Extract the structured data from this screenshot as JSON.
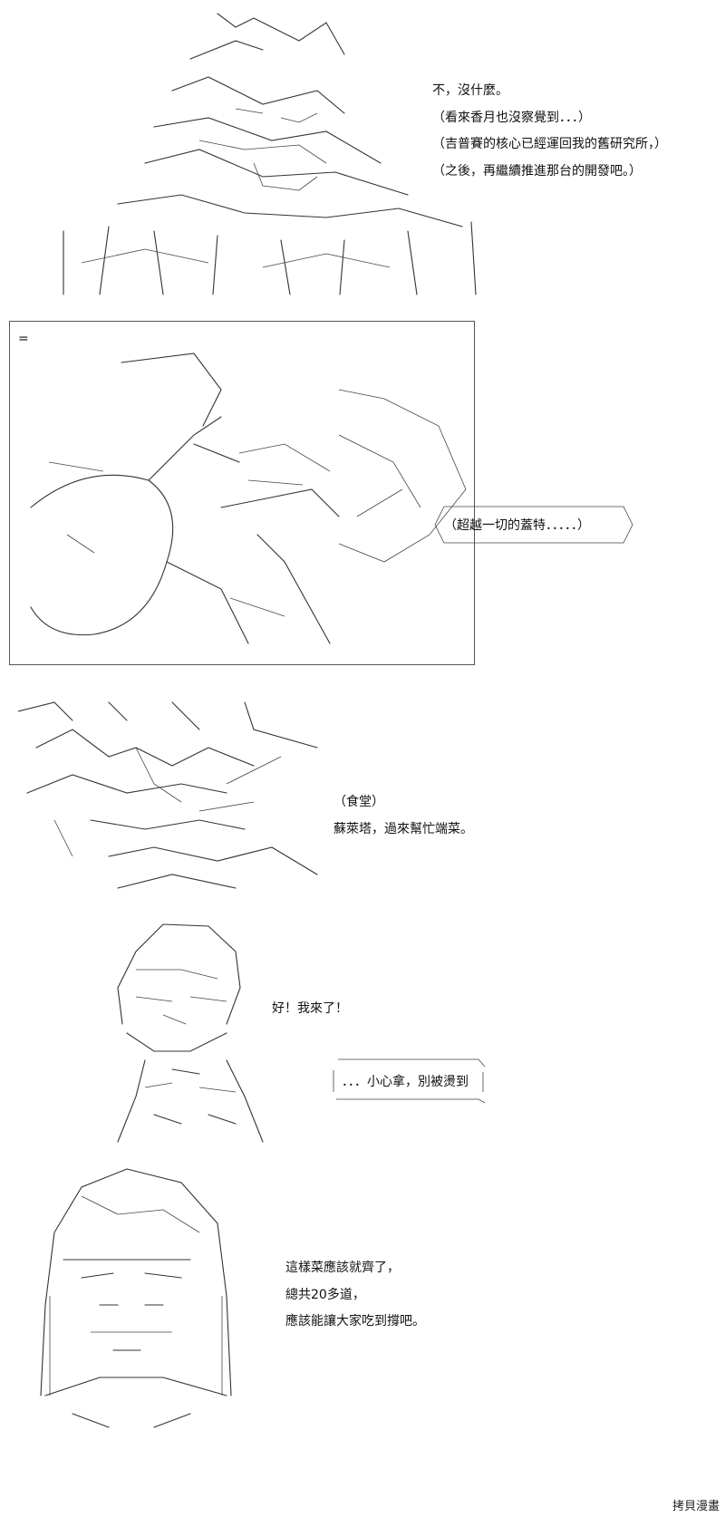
{
  "panel1": {
    "lines": [
      "不，沒什麼。",
      "（看來香月也沒察覺到．．．）",
      "（吉普賽的核心已經運回我的舊研究所，）",
      "（之後，再繼續推進那台的開發吧。）"
    ]
  },
  "panel2": {
    "corner_mark": "=",
    "bubble": "（超越一切的蓋特．．．．．）"
  },
  "panel3": {
    "location": "（食堂）",
    "line": "蘇萊塔，過來幫忙端菜。"
  },
  "panel4": {
    "line": "好！我來了！",
    "bubble": "．．．小心拿，別被燙到"
  },
  "panel5": {
    "lines": [
      "這樣菜應該就齊了，",
      "總共20多道，",
      "應該能讓大家吃到撐吧。"
    ]
  },
  "watermark": "拷貝漫畫"
}
